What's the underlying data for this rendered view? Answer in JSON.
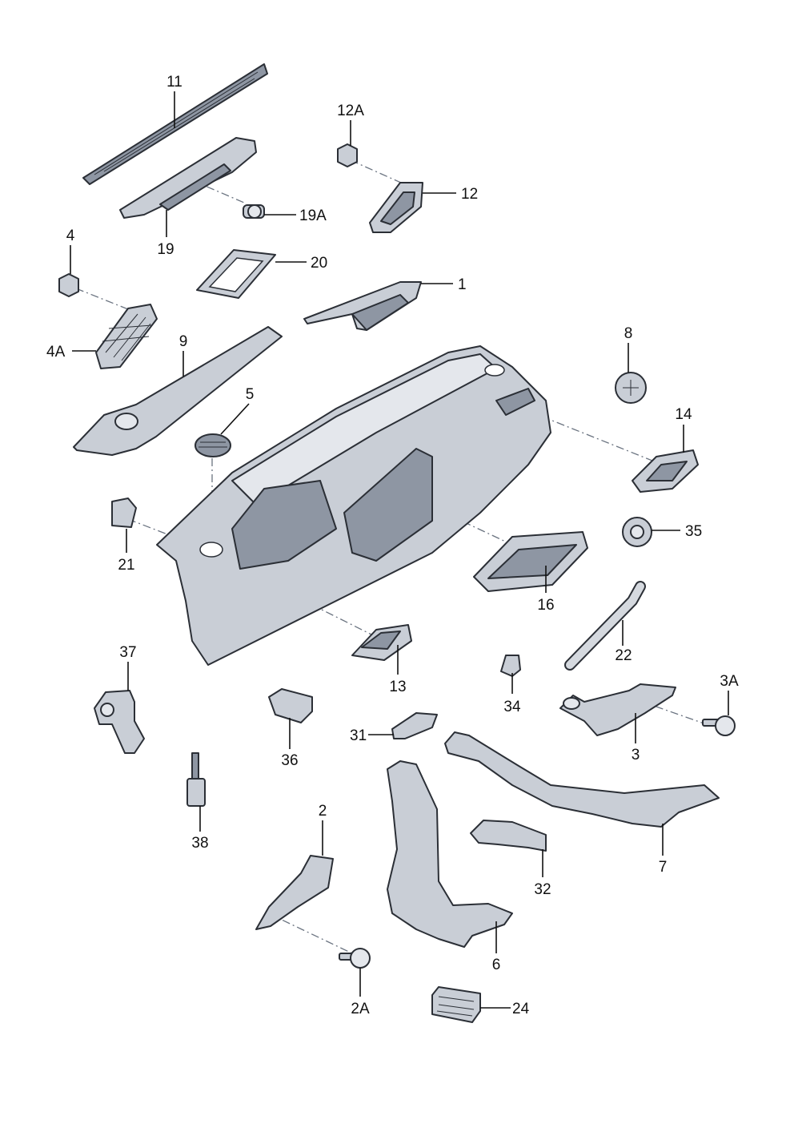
{
  "diagram": {
    "parts": [
      {
        "id": "11",
        "label": "11"
      },
      {
        "id": "12A",
        "label": "12A"
      },
      {
        "id": "12",
        "label": "12"
      },
      {
        "id": "19A",
        "label": "19A"
      },
      {
        "id": "19",
        "label": "19"
      },
      {
        "id": "4",
        "label": "4"
      },
      {
        "id": "20",
        "label": "20"
      },
      {
        "id": "1",
        "label": "1"
      },
      {
        "id": "4A",
        "label": "4A"
      },
      {
        "id": "9",
        "label": "9"
      },
      {
        "id": "8",
        "label": "8"
      },
      {
        "id": "5",
        "label": "5"
      },
      {
        "id": "14",
        "label": "14"
      },
      {
        "id": "21",
        "label": "21"
      },
      {
        "id": "35",
        "label": "35"
      },
      {
        "id": "16",
        "label": "16"
      },
      {
        "id": "22",
        "label": "22"
      },
      {
        "id": "37",
        "label": "37"
      },
      {
        "id": "13",
        "label": "13"
      },
      {
        "id": "34",
        "label": "34"
      },
      {
        "id": "3A",
        "label": "3A"
      },
      {
        "id": "36",
        "label": "36"
      },
      {
        "id": "31",
        "label": "31"
      },
      {
        "id": "3",
        "label": "3"
      },
      {
        "id": "38",
        "label": "38"
      },
      {
        "id": "2",
        "label": "2"
      },
      {
        "id": "7",
        "label": "7"
      },
      {
        "id": "32",
        "label": "32"
      },
      {
        "id": "6",
        "label": "6"
      },
      {
        "id": "2A",
        "label": "2A"
      },
      {
        "id": "24",
        "label": "24"
      }
    ]
  }
}
